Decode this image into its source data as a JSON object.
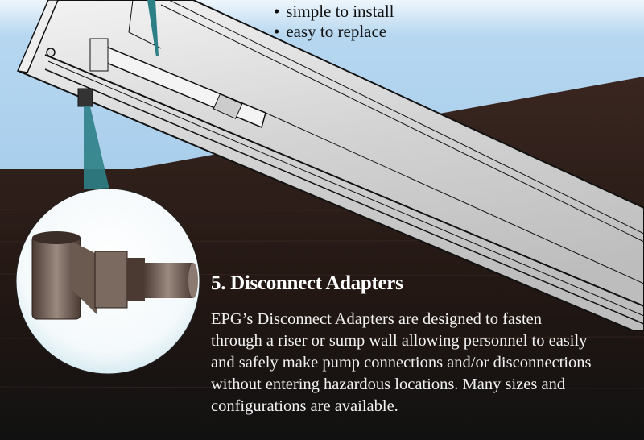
{
  "bullets": [
    "simple to install",
    "easy to replace"
  ],
  "section": {
    "heading": "5. Disconnect Adapters",
    "body_lines": [
      "EPG’s Disconnect Adapters are designed to fasten",
      "through a riser or sump wall allowing personnel to easily",
      "and safely make pump connections and/or disconnections",
      "without entering hazardous locations.  Many sizes and",
      "configurations are available."
    ]
  },
  "colors": {
    "sky_top": "#e9f3fb",
    "sky_bottom": "#8ebfe5",
    "ground": "#2b1c17",
    "teal": "#2d7f86",
    "panel": "#d9d9d9"
  }
}
